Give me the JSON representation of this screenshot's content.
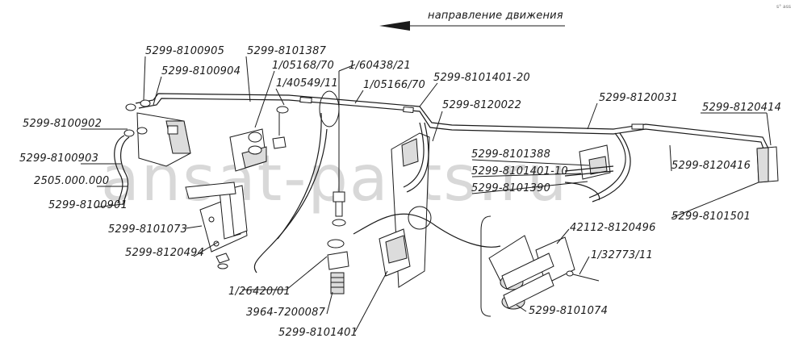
{
  "direction_label": "направление движения",
  "watermark": "ansat-parts.ru",
  "corner_mark": "s° ass",
  "labels": {
    "l_8100905": "5299-8100905",
    "l_8101387": "5299-8101387",
    "l_8100904": "5299-8100904",
    "l_05168_70": "1/05168/70",
    "l_40549_11": "1/40549/11",
    "l_60438_21": "1/60438/21",
    "l_05166_70": "1/05166/70",
    "l_8101401_20": "5299-8101401-20",
    "l_8120022": "5299-8120022",
    "l_8120031": "5299-8120031",
    "l_8120414": "5299-8120414",
    "l_8100902": "5299-8100902",
    "l_8100903": "5299-8100903",
    "l_2505": "2505.000.000",
    "l_8100901": "5299-8100901",
    "l_8101388": "5299-8101388",
    "l_8101401_10": "5299-8101401-10",
    "l_8101390": "5299-8101390",
    "l_8120416": "5299-8120416",
    "l_8101501": "5299-8101501",
    "l_8101073": "5299-8101073",
    "l_8120494": "5299-8120494",
    "l_42112": "42112-8120496",
    "l_32773_11": "1/32773/11",
    "l_26420_01": "1/26420/01",
    "l_8101074": "5299-8101074",
    "l_3964": "3964-7200087",
    "l_8101401": "5299-8101401"
  }
}
